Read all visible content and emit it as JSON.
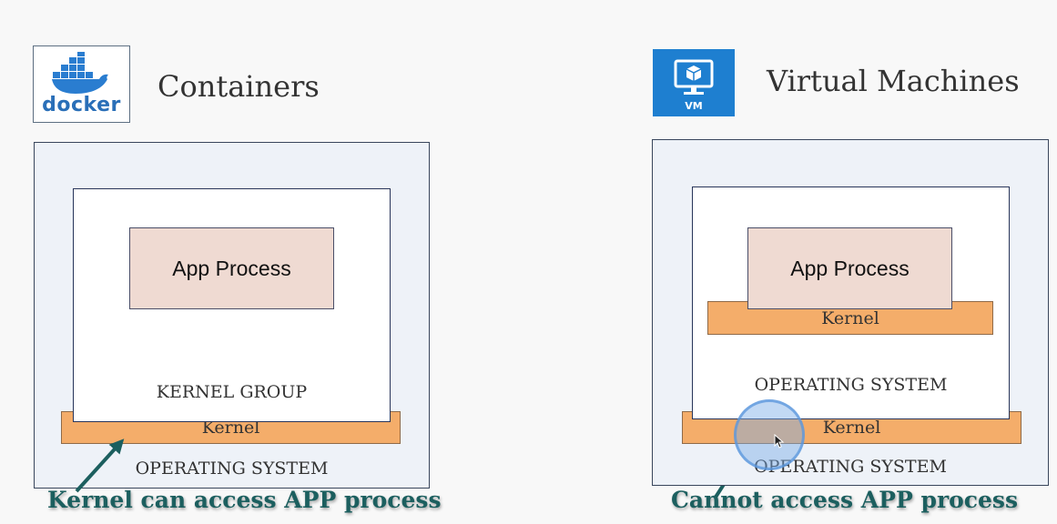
{
  "containers": {
    "logo_icon": "docker-whale-icon",
    "logo_text": "docker",
    "title": "Containers",
    "app_process": "App Process",
    "kernel_group": "KERNEL GROUP",
    "kernel": "Kernel",
    "operating_system": "OPERATING SYSTEM",
    "caption": "Kernel can access APP process"
  },
  "virtual_machines": {
    "logo_icon": "vm-monitor-icon",
    "logo_text": "VM",
    "title": "Virtual Machines",
    "app_process": "App Process",
    "inner_kernel": "Kernel",
    "inner_operating_system": "OPERATING SYSTEM",
    "kernel": "Kernel",
    "operating_system": "OPERATING SYSTEM",
    "caption": "Cannot access APP process"
  },
  "colors": {
    "outer_fill": "#eef2f8",
    "app_fill": "#efdad2",
    "kernel_fill": "#f4ad6a",
    "caption_color": "#1c5f5f",
    "docker_blue": "#2a6fb8",
    "vm_blue": "#1e7fd0"
  }
}
